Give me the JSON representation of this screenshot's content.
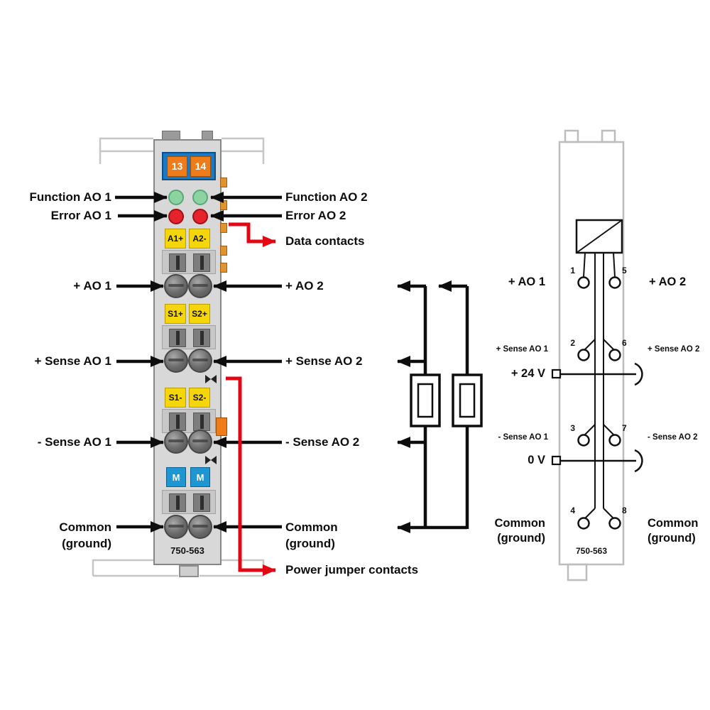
{
  "left_module": {
    "part_number": "750-563",
    "top_terminals": [
      "13",
      "14"
    ],
    "terminal_rows": {
      "row1": [
        "A1+",
        "A2-"
      ],
      "row2": [
        "S1+",
        "S2+"
      ],
      "row3": [
        "S1-",
        "S2-"
      ],
      "row4": [
        "M",
        "M"
      ]
    }
  },
  "annotations": {
    "left": [
      "Function AO 1",
      "Error AO 1",
      "+ AO 1",
      "+ Sense AO 1",
      "- Sense AO 1"
    ],
    "left_common": [
      "Common",
      "(ground)"
    ],
    "right": [
      "Function AO 2",
      "Error AO 2",
      "+ AO 2",
      "+ Sense AO 2",
      "- Sense AO 2"
    ],
    "right_common": [
      "Common",
      "(ground)"
    ],
    "data_contacts": "Data contacts",
    "power_jumper": "Power jumper contacts"
  },
  "schematic": {
    "part_number": "750-563",
    "pins": [
      "1",
      "5",
      "2",
      "6",
      "3",
      "7",
      "4",
      "8"
    ],
    "left_labels": {
      "ao": "+ AO 1",
      "sense_plus": "+ Sense AO 1",
      "supply": "+ 24 V",
      "sense_minus": "- Sense AO 1",
      "zero": "0 V",
      "common": [
        "Common",
        "(ground)"
      ]
    },
    "right_labels": {
      "ao": "+ AO 2",
      "sense_plus": "+ Sense AO 2",
      "sense_minus": "- Sense AO 2",
      "common": [
        "Common",
        "(ground)"
      ]
    }
  },
  "colors": {
    "annotation_red": "#e30613",
    "wago_orange": "#ee7c1a",
    "wago_blue": "#1c7ac4",
    "led_green": "#8bd4a2",
    "led_red": "#e6232b",
    "terminal_yellow": "#f5d60a"
  }
}
